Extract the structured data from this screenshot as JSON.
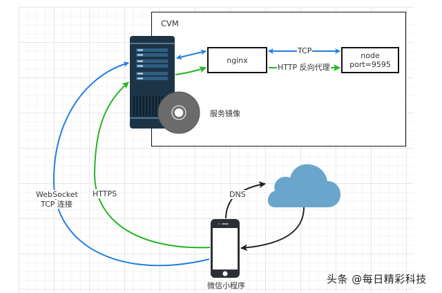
{
  "cvm": {
    "label": "CVM"
  },
  "nginx": {
    "label": "nginx"
  },
  "node": {
    "line1": "node",
    "line2": "port=9595"
  },
  "edges": {
    "tcp": "TCP",
    "http_proxy": "HTTP 反向代理",
    "websocket_line1": "WebSocket",
    "websocket_line2": "TCP 连接",
    "https": "HTTPS",
    "dns": "DNS"
  },
  "server": {
    "label": "服务镜像"
  },
  "client": {
    "label": "微信小程序"
  },
  "watermark": "头条 @每日精彩科技",
  "colors": {
    "blue": "#1f7de3",
    "green": "#22b522",
    "dark": "#222222",
    "server_body": "#1d3447",
    "server_panel": "#2f5e82",
    "disk": "#6b6b6b",
    "cloud": "#6aa6cc",
    "phone": "#2c2f36"
  }
}
